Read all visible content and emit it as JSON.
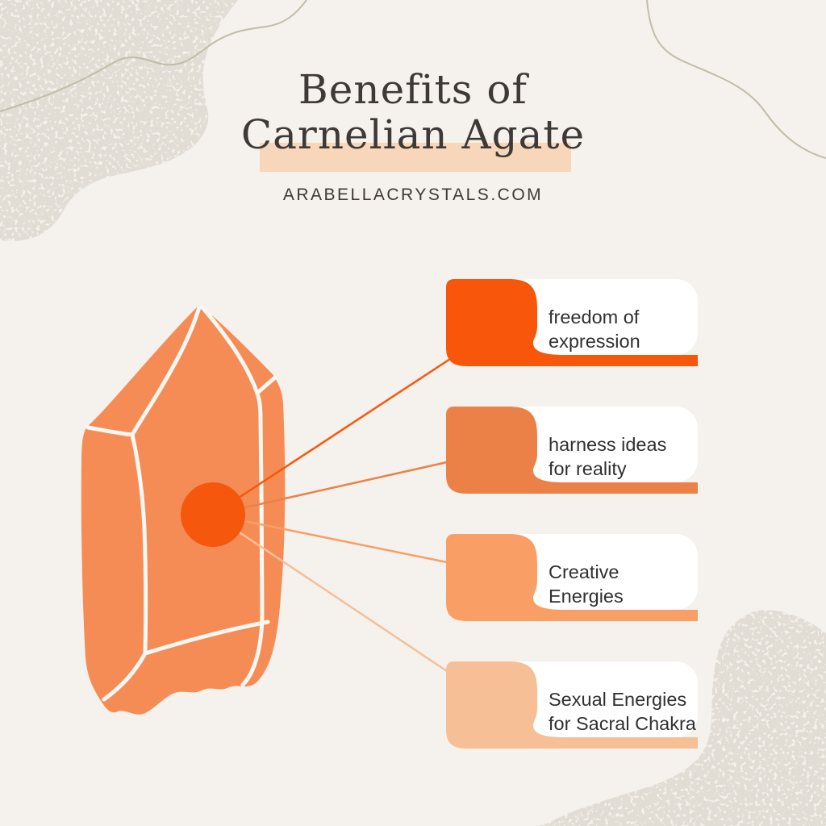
{
  "page": {
    "background_color": "#F5F1EC",
    "card_bg_color": "#FFFFFF",
    "text_color": "#303030",
    "title_color": "#3E3936"
  },
  "header": {
    "title_line1": "Benefits of",
    "title_line2": "Carnelian Agate",
    "highlight_color": "#F7D6B9",
    "website": "ARABELLACRYSTALS.COM"
  },
  "crystal": {
    "body_color": "#F68C55",
    "facet_line_color": "#FBF7F2",
    "core_color": "#F5570C"
  },
  "cards": [
    {
      "label": "freedom of\nexpression",
      "color": "#F8570B"
    },
    {
      "label": "harness ideas\nfor reality",
      "color": "#EC8148"
    },
    {
      "label": "Creative\nEnergies",
      "color": "#F99F66"
    },
    {
      "label": "Sexual Energies\nfor Sacral Chakra",
      "color": "#F7BF96"
    }
  ],
  "decor": {
    "blob_color": "#E1DCD4",
    "squiggle_color": "#C2BCA8"
  }
}
